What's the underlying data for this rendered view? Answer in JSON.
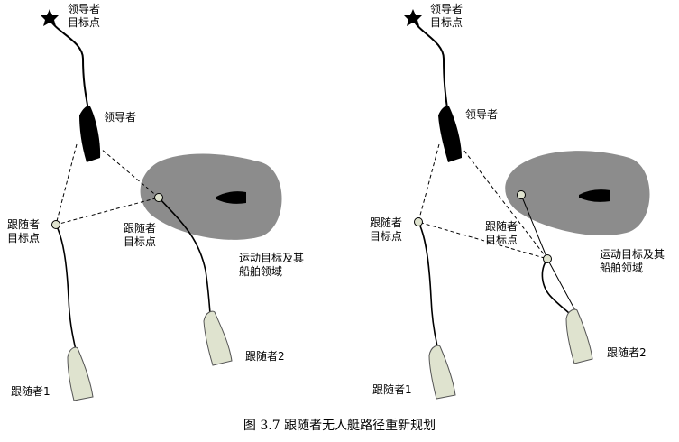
{
  "left_panel": {
    "leader_target": "领导者\n目标点",
    "leader": "领导者",
    "follower_target_1": "跟随者\n目标点",
    "follower_target_2": "跟随者\n目标点",
    "moving_target": "运动目标及其\n船舶领域",
    "follower_1": "跟随者1",
    "follower_2": "跟随者2"
  },
  "right_panel": {
    "leader_target": "领导者\n目标点",
    "leader": "领导者",
    "follower_target_1": "跟随者\n目标点",
    "follower_target_2": "跟随者\n目标点",
    "moving_target": "运动目标及其\n船舶领域",
    "follower_1": "跟随者1",
    "follower_2": "跟随者2"
  },
  "caption": "图 3.7  跟随者无人艇路径重新规划",
  "colors": {
    "domain_fill": "#8c8c8c",
    "follower_hull": "#dfe3cf",
    "leader_hull": "#000000"
  }
}
